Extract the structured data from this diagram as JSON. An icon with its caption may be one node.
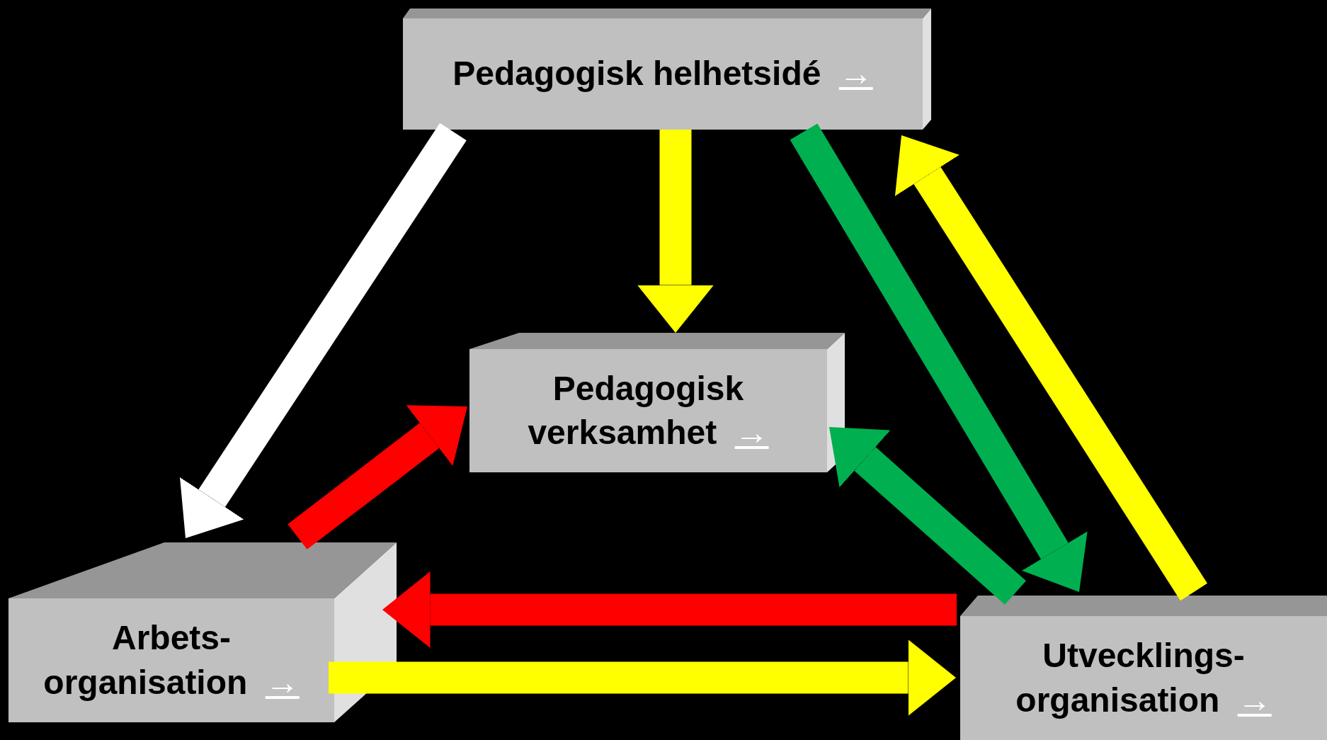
{
  "diagram": {
    "nodes": [
      {
        "text": [
          "Pedagogisk helhetsidé",
          "→"
        ]
      },
      {
        "text": [
          "Pedagogisk verksamhet",
          "→"
        ]
      },
      {
        "text": [
          "Arbets- organisation",
          "→"
        ]
      },
      {
        "text": [
          "Utvecklings- organisation",
          "→"
        ]
      }
    ],
    "edges": [
      {
        "from": 0,
        "to": 2,
        "arrow": "to",
        "color": "#ffffff"
      },
      {
        "from": 0,
        "to": 1,
        "arrow": "to"
      },
      {
        "from": 0,
        "to": 3,
        "arrow": "to",
        "color": "#00b050"
      },
      {
        "from": 3,
        "to": 0,
        "arrow": "to"
      },
      {
        "from": 2,
        "to": 1,
        "arrow": "to",
        "color": "#ff0000"
      },
      {
        "from": 3,
        "to": 1,
        "arrow": "to",
        "color": "#00b050"
      },
      {
        "from": 3,
        "to": 2,
        "arrow": "to",
        "color": "#ff0000"
      },
      {
        "from": 2,
        "to": 3,
        "arrow": "to"
      }
    ]
  }
}
